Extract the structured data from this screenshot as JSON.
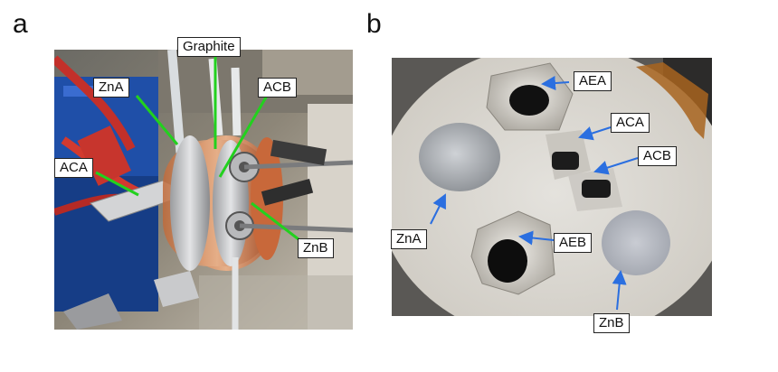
{
  "panel_a": {
    "letter": "a",
    "labels": {
      "graphite": "Graphite",
      "zna": "ZnA",
      "acb": "ACB",
      "aca": "ACA",
      "znb": "ZnB"
    },
    "arrow_color": "#22d11e"
  },
  "panel_b": {
    "letter": "b",
    "labels": {
      "aea": "AEA",
      "aca": "ACA",
      "acb": "ACB",
      "zna": "ZnA",
      "aeb": "AEB",
      "znb": "ZnB"
    },
    "arrow_color": "#2b6fe0"
  }
}
